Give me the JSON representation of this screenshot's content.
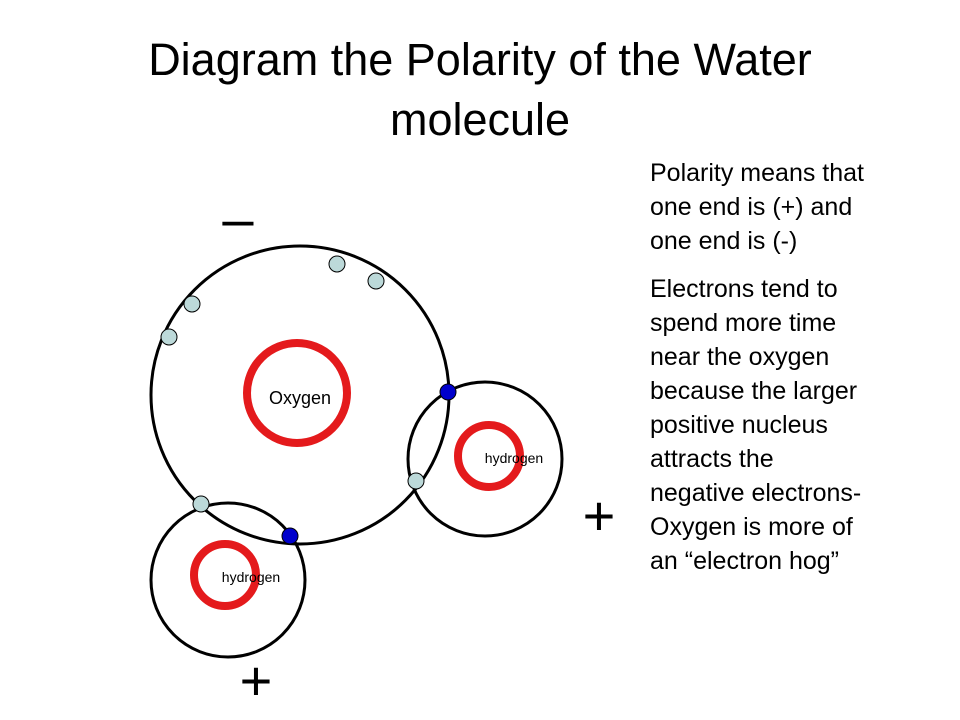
{
  "slide": {
    "title_lines": [
      "Diagram the Polarity of the Water",
      "molecule"
    ]
  },
  "explanation": {
    "para1_lines": [
      "Polarity means that",
      "one end is (+) and",
      "one end is (-)"
    ],
    "para2_lines": [
      "Electrons tend to",
      "spend more time",
      "near the oxygen",
      "because the larger",
      "positive nucleus",
      "attracts the",
      "negative electrons-",
      "Oxygen is more of",
      "an “electron hog”"
    ]
  },
  "diagram": {
    "oxygen_label": "Oxygen",
    "hydrogen_right_label": "hydrogen",
    "hydrogen_left_label": "hydrogen",
    "negative_sign": "–",
    "positive_sign_right": "+",
    "positive_sign_bottom": "+",
    "colors": {
      "nucleus": "#e41a1c",
      "orbit": "#000000",
      "unshared_electron": "#bcd9d9",
      "shared_electron": "#0000cc"
    }
  }
}
